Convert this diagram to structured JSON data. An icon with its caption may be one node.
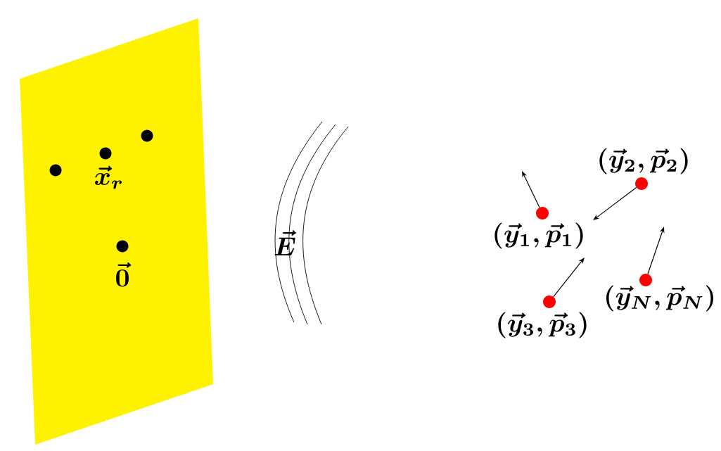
{
  "diagram": {
    "nodes": [
      {
        "text": [],
        "shape": "box"
      },
      {
        "text": [],
        "shape": "circle",
        "in": 0
      },
      {
        "text": [
          "\\vec{x}_r"
        ],
        "in": 0
      },
      {
        "text": [],
        "shape": "circle",
        "in": 0
      },
      {
        "text": [
          "\\vec{0}"
        ],
        "in": 0
      },
      {
        "text": [
          "(\\vec{y}_1, \\vec{p}_1)"
        ]
      },
      {
        "text": [
          "(\\vec{y}_2, \\vec{p}_2)"
        ]
      },
      {
        "text": [
          "(\\vec{y}_3, \\vec{p}_3)"
        ]
      },
      {
        "text": [
          "(\\vec{y}_N, \\vec{p}_N)"
        ]
      }
    ],
    "edges": [
      {
        "from": 5,
        "to": null,
        "arrow": "to"
      },
      {
        "from": 6,
        "to": null,
        "arrow": "to"
      },
      {
        "from": 7,
        "to": null,
        "arrow": "to"
      },
      {
        "from": 8,
        "to": null,
        "arrow": "to"
      }
    ],
    "labels": [
      "\\vec{E}"
    ]
  }
}
